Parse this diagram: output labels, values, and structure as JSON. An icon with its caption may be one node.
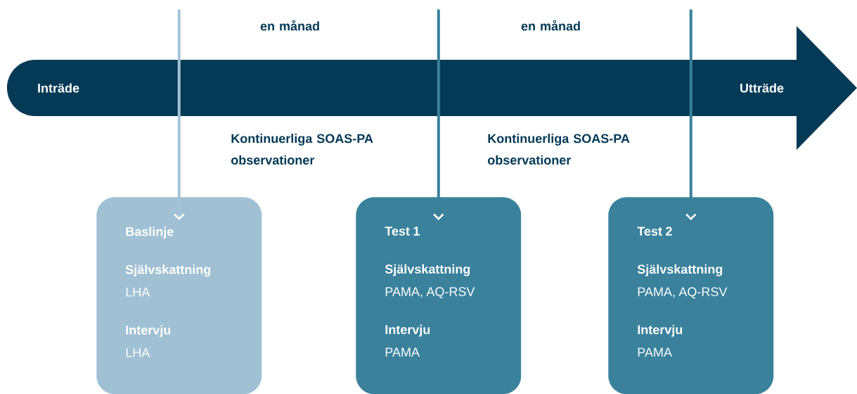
{
  "diagram": {
    "nodes": [
      {
        "text": [
          "Inträde",
          "Utträde"
        ]
      },
      {
        "text": [
          "Baslinje",
          "Självskattning",
          "LHA",
          "Intervju",
          "LHA"
        ]
      },
      {
        "text": [
          "Test 1",
          "Självskattning",
          "PAMA, AQ-RSV",
          "Intervju",
          "PAMA"
        ]
      },
      {
        "text": [
          "Test 2",
          "Självskattning",
          "PAMA, AQ-RSV",
          "Intervju",
          "PAMA"
        ]
      }
    ],
    "edges": [
      {
        "from": null,
        "to": 1,
        "arrow": "to",
        "color": "#a3c4d6"
      },
      {
        "from": null,
        "to": 2,
        "arrow": "to"
      },
      {
        "from": null,
        "to": 3,
        "arrow": "to"
      }
    ],
    "labels": [
      "en månad",
      "en månad",
      "Kontinuerliga SOAS-PA observationer",
      "Kontinuerliga SOAS-PA observationer"
    ]
  }
}
